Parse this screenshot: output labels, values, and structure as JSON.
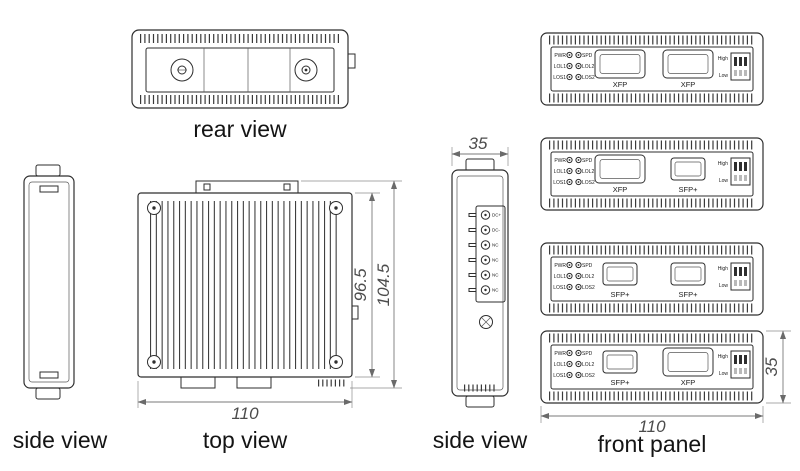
{
  "captions": {
    "rear_view": "rear view",
    "side_view_left": "side view",
    "top_view": "top view",
    "side_view_right": "side view",
    "front_panel": "front panel"
  },
  "dimensions": {
    "top_view_inner_height": "96.5",
    "top_view_outer_height": "104.5",
    "top_view_width": "110",
    "side_view_width": "35",
    "front_panel_height": "35",
    "front_panel_width": "110"
  },
  "side_view_right": {
    "terminals": [
      "DC+",
      "DC-",
      "NC",
      "NC",
      "NC",
      "NC"
    ]
  },
  "front_panels": {
    "led_labels": {
      "l1": "PWR",
      "r1": "SPD",
      "l2": "LOL1",
      "r2": "LOL2",
      "l3": "LOS1",
      "r3": "LOS2"
    },
    "dip": {
      "high": "High",
      "low": "Low"
    },
    "panels": [
      {
        "port1": "XFP",
        "port2": "XFP"
      },
      {
        "port1": "XFP",
        "port2": "SFP+"
      },
      {
        "port1": "SFP+",
        "port2": "SFP+"
      },
      {
        "port1": "SFP+",
        "port2": "XFP"
      }
    ]
  }
}
